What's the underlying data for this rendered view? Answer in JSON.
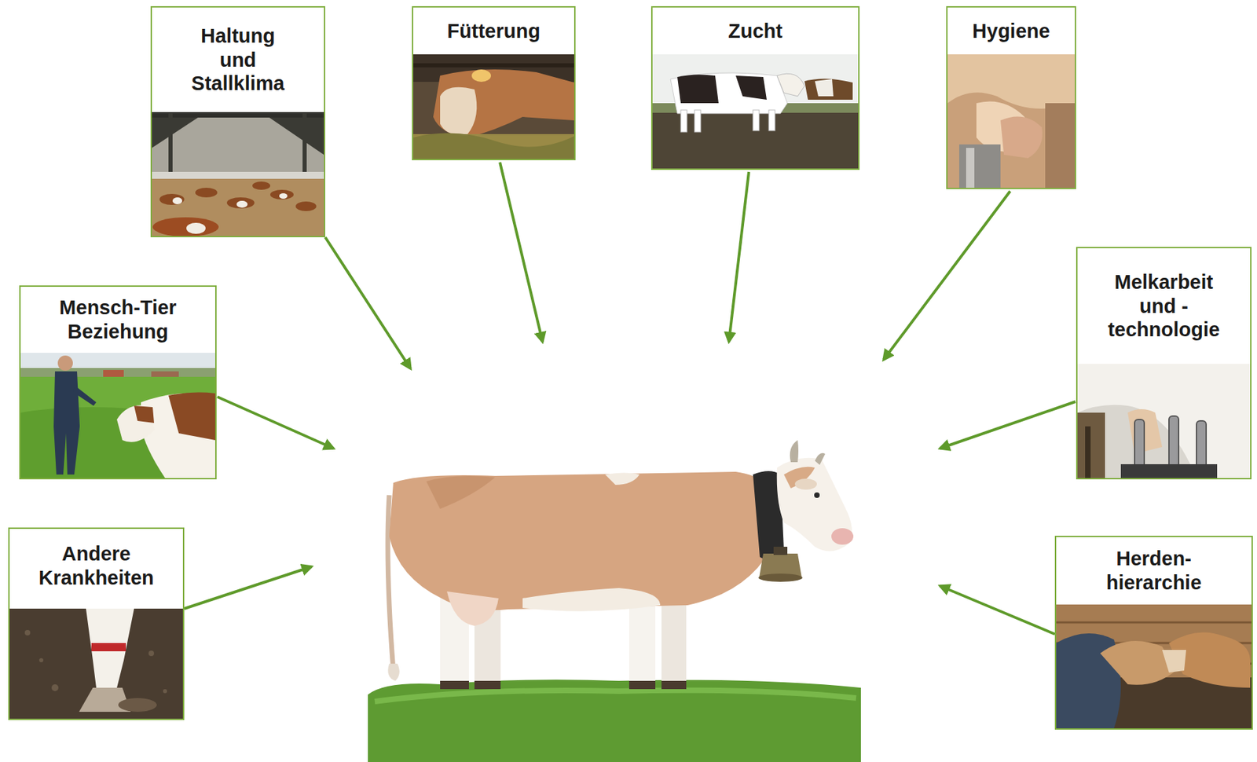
{
  "diagram": {
    "nodes": [
      {
        "text": [
          "Haltung und Stallklima"
        ]
      },
      {
        "text": [
          "Fütterung"
        ]
      },
      {
        "text": [
          "Zucht"
        ]
      },
      {
        "text": [
          "Hygiene"
        ]
      },
      {
        "text": [
          "Mensch-Tier Beziehung"
        ]
      },
      {
        "text": [
          "Melkarbeit und -technologie"
        ]
      },
      {
        "text": [
          "Andere Krankheiten"
        ]
      },
      {
        "text": [
          "Herden- hierarchie"
        ]
      }
    ]
  }
}
